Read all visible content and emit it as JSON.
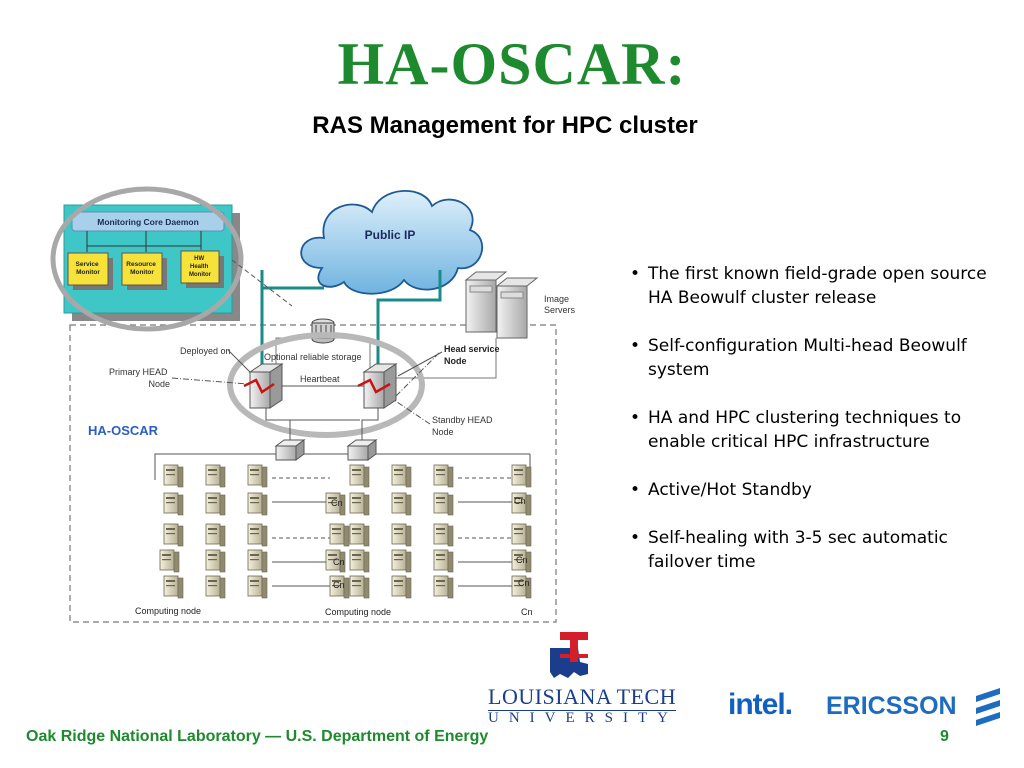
{
  "slide": {
    "title": "HA-OSCAR:",
    "subtitle": "RAS Management for HPC cluster",
    "footer": "Oak Ridge National Laboratory — U.S. Department of Energy",
    "page_number": "9"
  },
  "bullets": [
    "The first known field-grade open source HA Beowulf cluster release",
    "Self-configuration Multi-head Beowulf system",
    "HA and HPC clustering techniques to enable critical HPC infrastructure",
    "Active/Hot Standby",
    "Self-healing with 3-5 sec automatic failover time"
  ],
  "diagram": {
    "monitor_daemon": "Monitoring  Core Daemon",
    "service_monitor": [
      "Service",
      "Monitor"
    ],
    "resource_monitor": [
      "Resource",
      "Monitor"
    ],
    "hw_health_monitor": [
      "HW",
      "Health",
      "Monitor"
    ],
    "public_ip": "Public IP",
    "image_servers": [
      "Image",
      "Servers"
    ],
    "deployed_on": "Deployed on",
    "optional_storage": "Optional reliable storage",
    "head_service_node": [
      "Head service",
      "Node"
    ],
    "primary_head_node": [
      "Primary HEAD",
      "Node"
    ],
    "heartbeat": "Heartbeat",
    "standby_head_node": [
      "Standby HEAD",
      "Node"
    ],
    "ha_oscar": "HA-OSCAR",
    "computing_node": "Computing node",
    "cn": "Cn"
  },
  "logos": {
    "latech_name": "LOUISIANA TECH",
    "latech_univ": "UNIVERSITY",
    "intel": "intel.",
    "ericsson": "ERICSSON"
  },
  "colors": {
    "title_green": "#1e8a2e",
    "teal_panel": "#3fc7c7",
    "link_teal": "#1a8a8a",
    "ha_blue": "#2a5fc0",
    "heartbeat_red": "#cc1111",
    "latech_blue": "#1a3e8c",
    "latech_red": "#d41e2a"
  }
}
